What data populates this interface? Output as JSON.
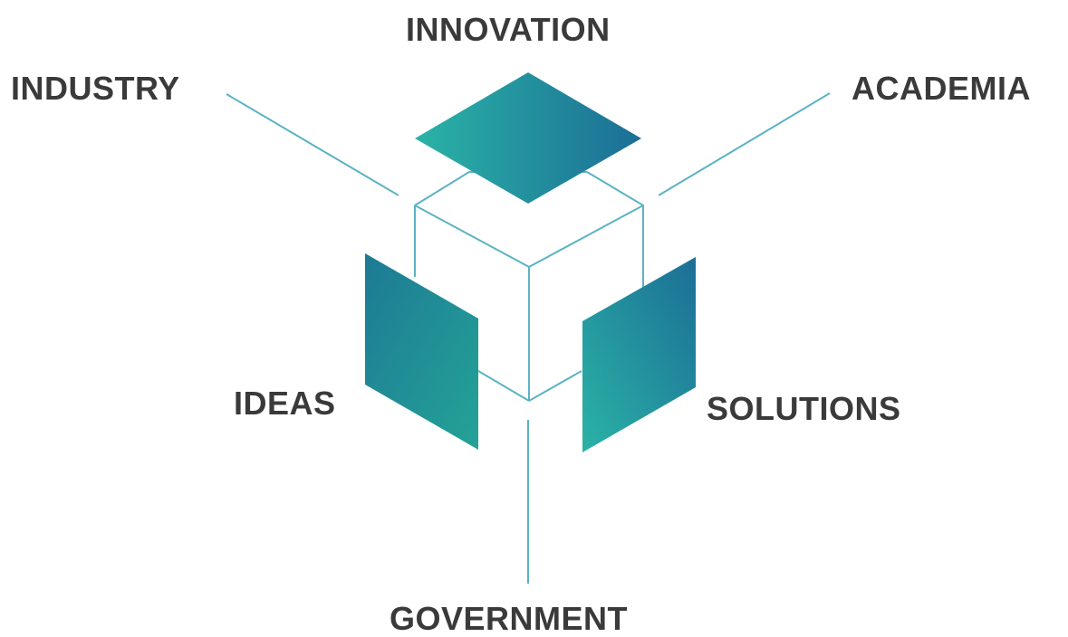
{
  "colors": {
    "label_text": "#3a3a3a",
    "line": "#5bb3c2",
    "gradient_teal": "#2ab3a6",
    "gradient_blue": "#1c6e96",
    "background": "#ffffff"
  },
  "labels": {
    "innovation": "INNOVATION",
    "industry": "INDUSTRY",
    "academia": "ACADEMIA",
    "ideas": "IDEAS",
    "solutions": "SOLUTIONS",
    "government": "GOVERNMENT"
  }
}
